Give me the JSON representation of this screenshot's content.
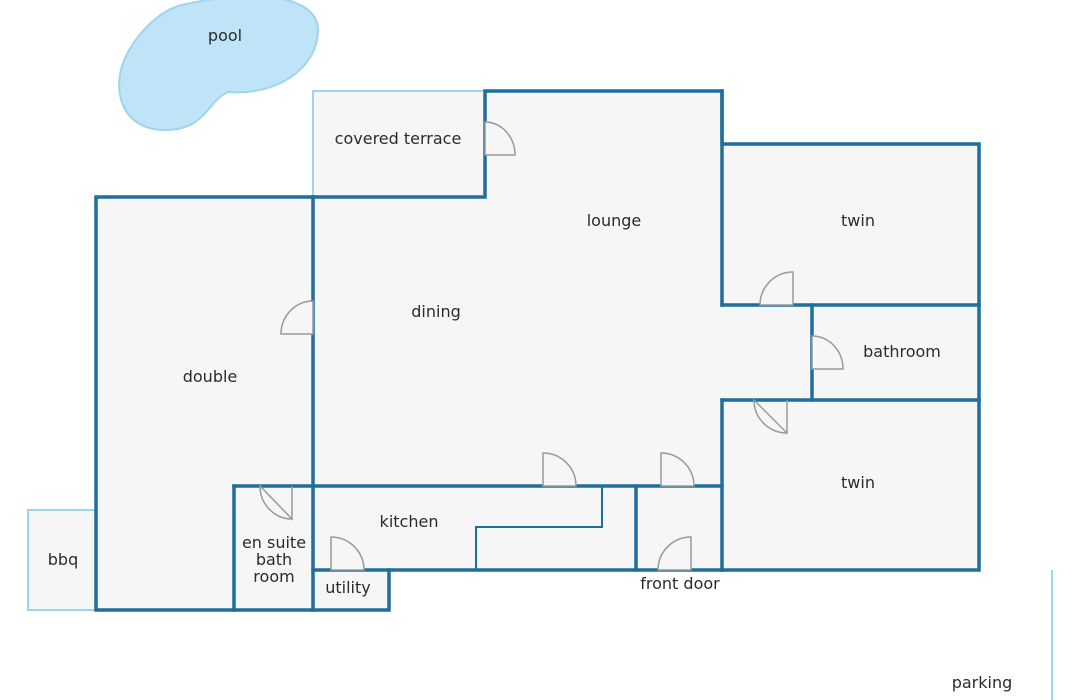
{
  "colors": {
    "wall": "#1f6f9c",
    "light_wall": "#9fd3ee",
    "floor": "#f6f6f7",
    "pool": "#bfe3f7",
    "door": "#9a9a9a",
    "text": "#2b2b2b"
  },
  "labels": {
    "pool": "pool",
    "covered_terrace": "covered terrace",
    "lounge": "lounge",
    "twin_top": "twin",
    "dining": "dining",
    "bathroom": "bathroom",
    "double": "double",
    "twin_bottom": "twin",
    "kitchen": "kitchen",
    "en_suite_1": "en suite",
    "en_suite_2": "bath",
    "en_suite_3": "room",
    "utility": "utility",
    "bbq": "bbq",
    "front_door": "front door",
    "parking": "parking"
  }
}
